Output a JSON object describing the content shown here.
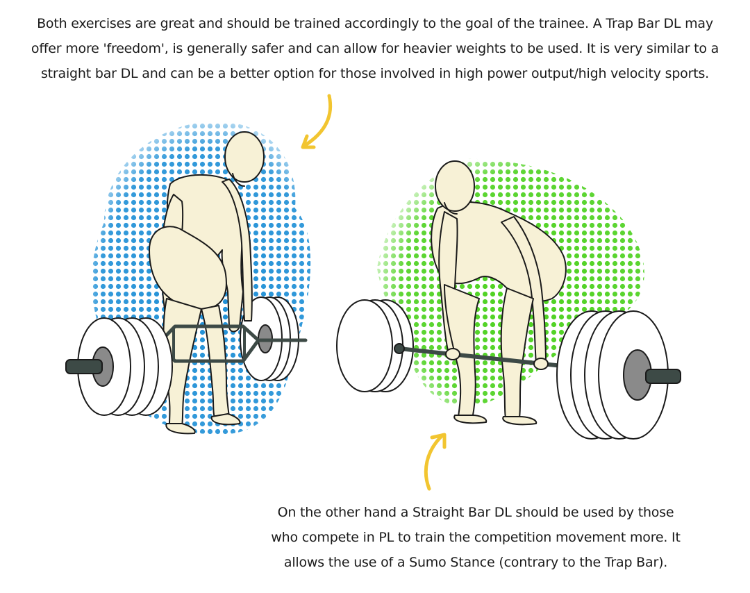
{
  "captions": {
    "top": {
      "line1": "Both exercises are great and should be trained accordingly to the goal of the trainee. A Trap Bar DL may",
      "line2": "offer more 'freedom', is generally safer and can allow for heavier weights to be used. It is very similar to a",
      "line3": "straight bar DL and can be a better option for those involved in high power output/high velocity sports."
    },
    "bottom": {
      "line1": "On the other hand a Straight Bar DL should be used by those",
      "line2": "who compete in PL to train the competition movement more. It",
      "line3": "allows the use of a Sumo Stance (contrary to the Trap Bar)."
    }
  },
  "colors": {
    "trap_bar_halftone": "#1e8fd6",
    "straight_bar_halftone": "#4cd11e",
    "arrow": "#f2c530",
    "figure_skin": "#f7f1d6",
    "outline": "#1a1a1a",
    "bar_metal": "#3d4a46",
    "plate": "#ffffff",
    "hub": "#8a8a8a"
  }
}
